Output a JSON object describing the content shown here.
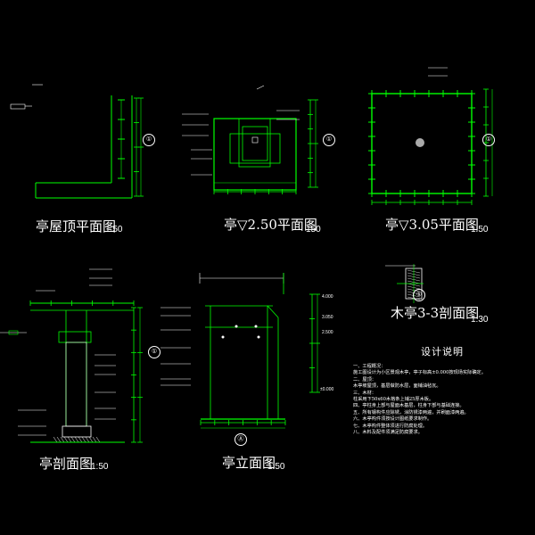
{
  "drawings": [
    {
      "title": "亭屋顶平面图",
      "scale": "1:50"
    },
    {
      "title": "亭▽2.50平面图",
      "scale": "150"
    },
    {
      "title": "亭▽3.05平面图",
      "scale": "1:50"
    },
    {
      "title": "亭剖面图",
      "scale": "1:50"
    },
    {
      "title": "亭立面图",
      "scale": "1:50"
    },
    {
      "title": "木亭3-3剖面图",
      "scale": "1:30"
    }
  ],
  "axis_markers": [
    "①",
    "①",
    "①",
    "Ⓐ",
    "①",
    "①"
  ],
  "elevation_levels": [
    "4.000",
    "3.050",
    "2.500",
    "±0.000"
  ],
  "design_notes": {
    "title": "设计说明",
    "lines": [
      "一、工程概况：",
      "  施工图设计为小区景观木亭，亭子标高±0.000按现场实际确定。",
      "二、屋顶：",
      "  木亭坡屋顶，基层做防水层，面铺油毡瓦。",
      "三、木材：",
      "  柱采用下50x60木格条上铺25厚木板。",
      "四、亭柱身上部与屋面木基层，柱身下部与基础连接。",
      "五、所有钢构件应除锈，涂防锈漆两遍，并刷面漆两遍。",
      "六、木亭构件须按设计图纸要求制作。",
      "七、木亭构件整体须进行防腐处理。",
      "八、木料及配件须满足防腐要求。"
    ]
  },
  "colors": {
    "background": "#000000",
    "linework": "#00ff00",
    "text": "#ffffff"
  }
}
